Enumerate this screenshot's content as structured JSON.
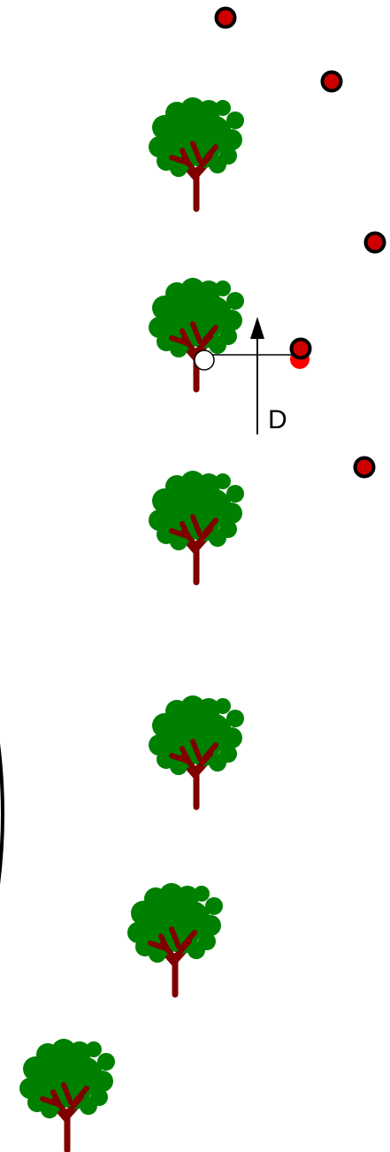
{
  "diagram": {
    "label": "D",
    "colors": {
      "foliage": "#008000",
      "trunk": "#800000",
      "marker_fill": "#cc0000",
      "marker_stroke": "#000000",
      "open_circle_fill": "#ffffff",
      "line": "#000000"
    },
    "trees": [
      {
        "name": "tree-1"
      },
      {
        "name": "tree-2"
      },
      {
        "name": "tree-3"
      },
      {
        "name": "tree-4"
      },
      {
        "name": "tree-5"
      },
      {
        "name": "tree-6"
      }
    ],
    "markers": [
      {
        "name": "marker-1"
      },
      {
        "name": "marker-2"
      },
      {
        "name": "marker-3"
      },
      {
        "name": "marker-4"
      },
      {
        "name": "marker-5"
      }
    ]
  }
}
